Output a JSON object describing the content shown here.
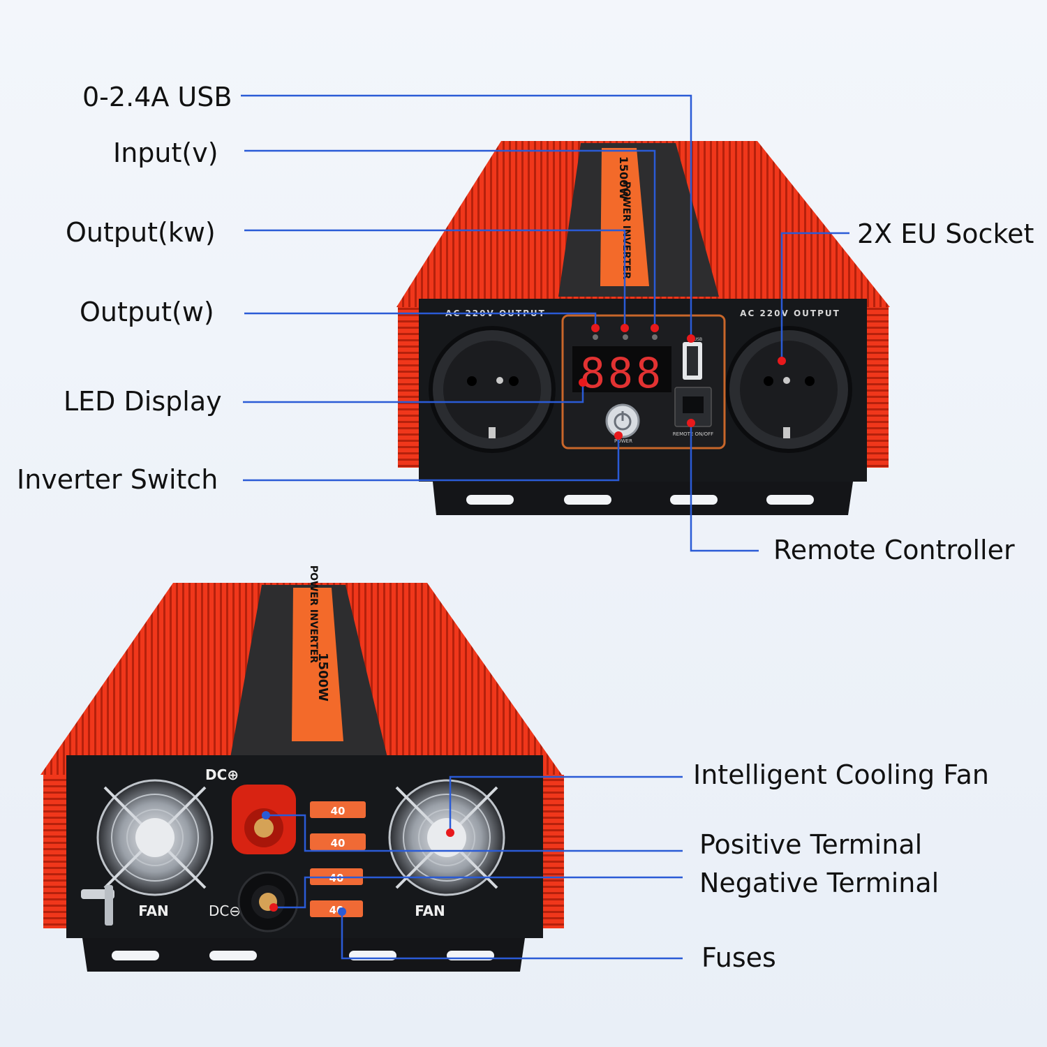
{
  "callouts": {
    "usb": "0-2.4A USB",
    "input_v": "Input(v)",
    "output_kw": "Output(kw)",
    "output_w": "Output(w)",
    "led_display": "LED Display",
    "inverter_switch": "Inverter Switch",
    "eu_socket": "2X EU Socket",
    "remote_controller": "Remote Controller",
    "cooling_fan": "Intelligent Cooling Fan",
    "positive_terminal": "Positive Terminal",
    "negative_terminal": "Negative Terminal",
    "fuses": "Fuses"
  },
  "front_panel": {
    "ac_output_left": "AC 220V OUTPUT",
    "ac_output_right": "AC 220V OUTPUT",
    "display_digits": "888",
    "power_label": "POWER",
    "remote_label": "REMOTE ON/OFF",
    "usb_label": "USB",
    "top_brand": "POWER INVERTER",
    "top_rating": "1500W"
  },
  "rear_panel": {
    "dc_positive": "DC⊕",
    "dc_negative": "DC⊖",
    "fan_left": "FAN",
    "fan_right": "FAN",
    "fuse_values": [
      "40",
      "40",
      "40",
      "40"
    ],
    "top_brand": "POWER INVERTER",
    "top_rating": "1500W"
  },
  "colors": {
    "housing_red": "#f0371b",
    "panel_black": "#16181b",
    "leader_blue": "#2a5bd6",
    "dot_red": "#e8191c",
    "fuse_orange": "#f06a35",
    "display_red": "#e23232"
  }
}
